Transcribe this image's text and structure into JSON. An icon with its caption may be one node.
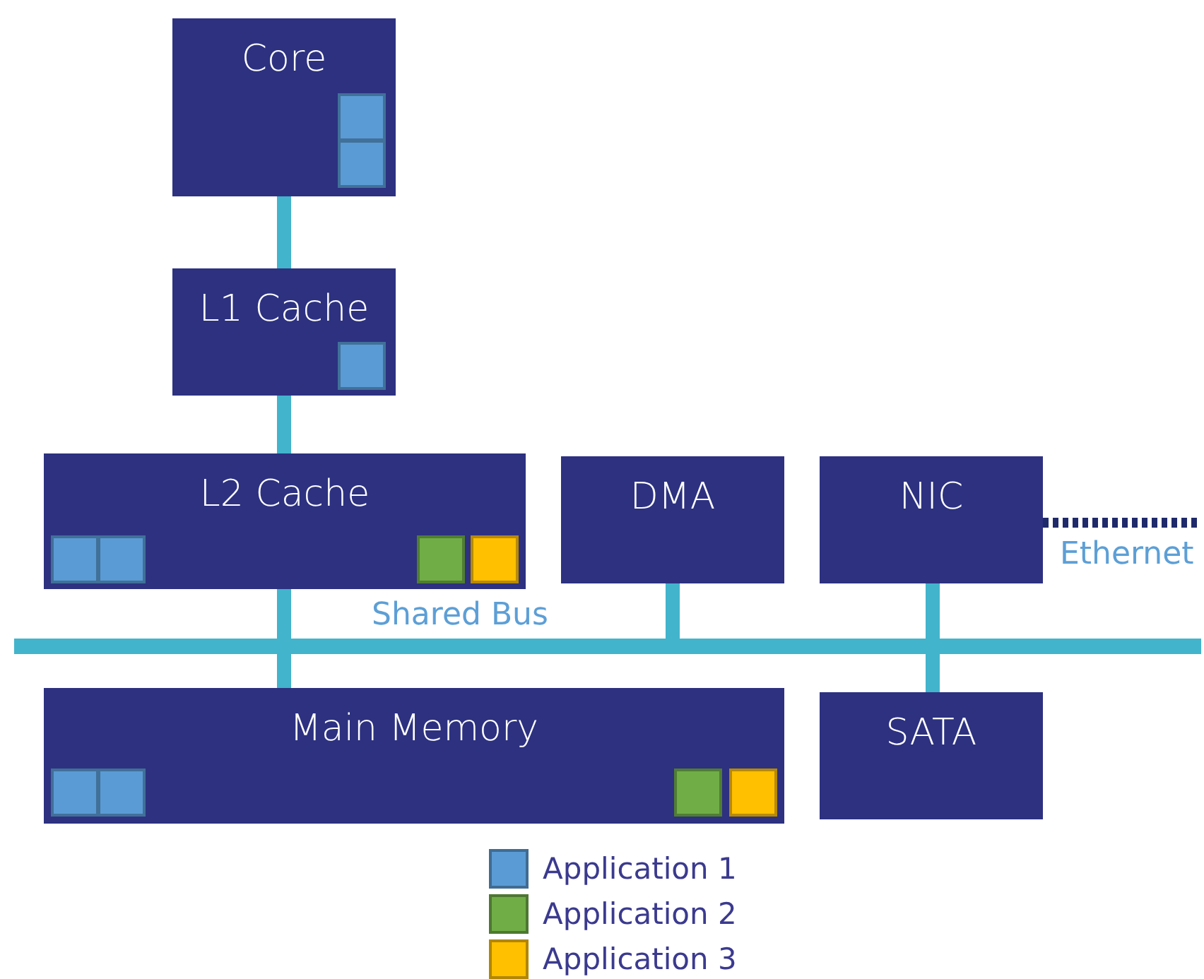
{
  "diagram": {
    "nodes": [
      {
        "text": [
          "Core"
        ]
      },
      {
        "text": [
          "L1 Cache"
        ]
      },
      {
        "text": [
          "L2 Cache"
        ]
      },
      {
        "text": [
          "DMA"
        ]
      },
      {
        "text": [
          "NIC"
        ]
      },
      {
        "text": [
          "Shared Bus"
        ]
      },
      {
        "text": [
          "Main Memory"
        ]
      },
      {
        "text": [
          "SATA"
        ]
      }
    ],
    "edges": [
      {
        "from": 0,
        "to": 1,
        "arrow": "none"
      },
      {
        "from": 1,
        "to": 2,
        "arrow": "none"
      },
      {
        "from": 2,
        "to": 5,
        "arrow": "none"
      },
      {
        "from": 3,
        "to": 5,
        "arrow": "none"
      },
      {
        "from": 4,
        "to": 5,
        "arrow": "none"
      },
      {
        "from": 4,
        "to": null,
        "arrow": "none",
        "label": "Ethernet",
        "style": "dashed",
        "color": "#1f2a6b"
      },
      {
        "from": 5,
        "to": 6,
        "arrow": "none"
      },
      {
        "from": 5,
        "to": 7,
        "arrow": "none"
      }
    ],
    "legend": [
      {
        "text": "Application 1",
        "color": "#5b9bd5"
      },
      {
        "text": "Application 2",
        "color": "#70ad47"
      },
      {
        "text": "Application 3",
        "color": "#ffc000"
      }
    ]
  }
}
